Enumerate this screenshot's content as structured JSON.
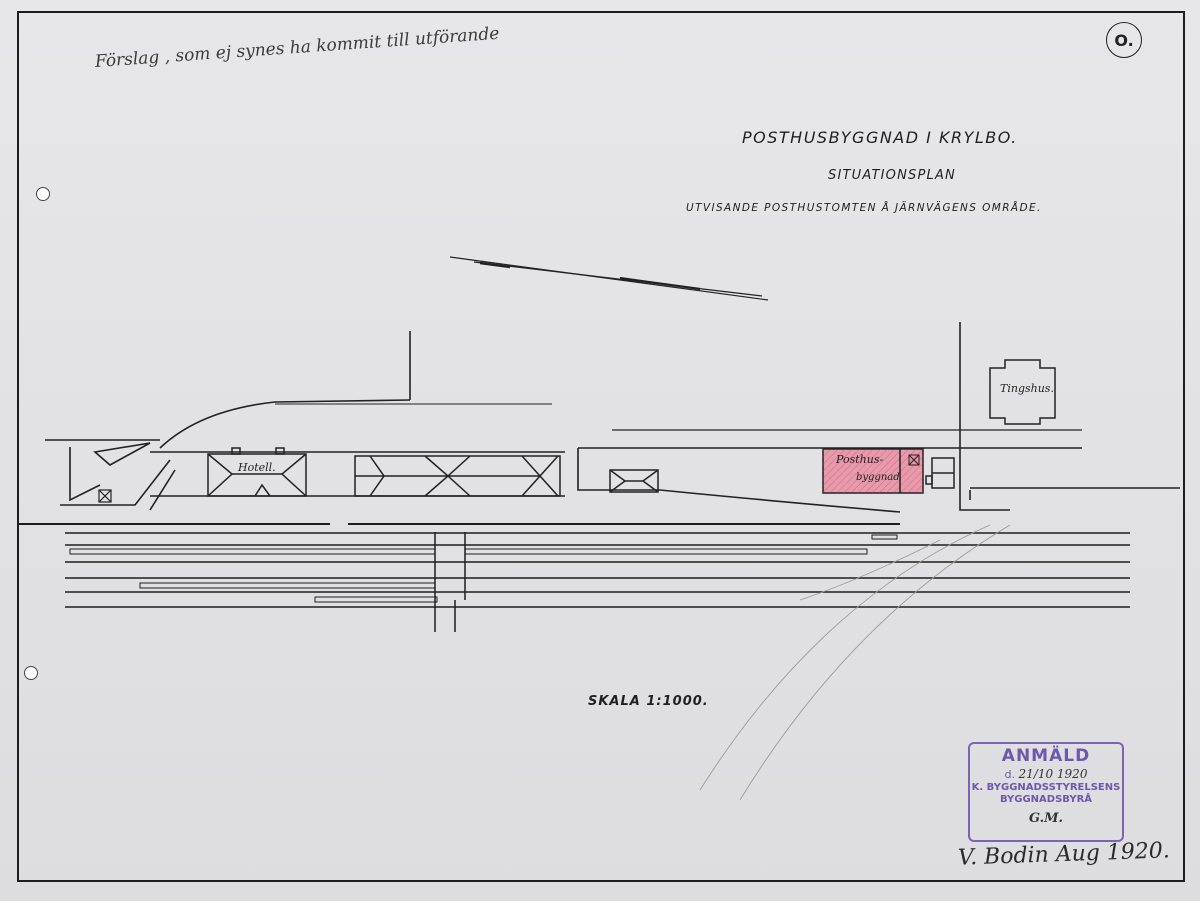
{
  "sheet_number": "O.",
  "handwritten_note": "Förslag , som ej synes ha kommit till utförande",
  "title": {
    "line1": "POSTHUSBYGGNAD I KRYLBO.",
    "line2": "SITUATIONSPLAN",
    "line3": "UTVISANDE POSTHUSTOMTEN Å JÄRNVÄGENS OMRÅDE."
  },
  "labels": {
    "hotel": "Hotell.",
    "post_building_1": "Posthus-",
    "post_building_2": "byggnad",
    "courthouse": "Tingshus."
  },
  "scale": "SKALA 1:1000.",
  "stamp": {
    "heading": "ANMÄLD",
    "date_prefix": "d.",
    "date": "21/10 1920",
    "line1": "K. BYGGNADSSTYRELSENS",
    "line2": "BYGGNADSBYRÅ",
    "initials": "G.M."
  },
  "signature": "V. Bodin Aug 1920.",
  "colors": {
    "ink": "#1d1d1d",
    "post_building_fill": "#e79aac",
    "post_building_hatch": "#c2405f",
    "stamp_ink": "#7b64b3",
    "paper": "#e3e3e6"
  }
}
